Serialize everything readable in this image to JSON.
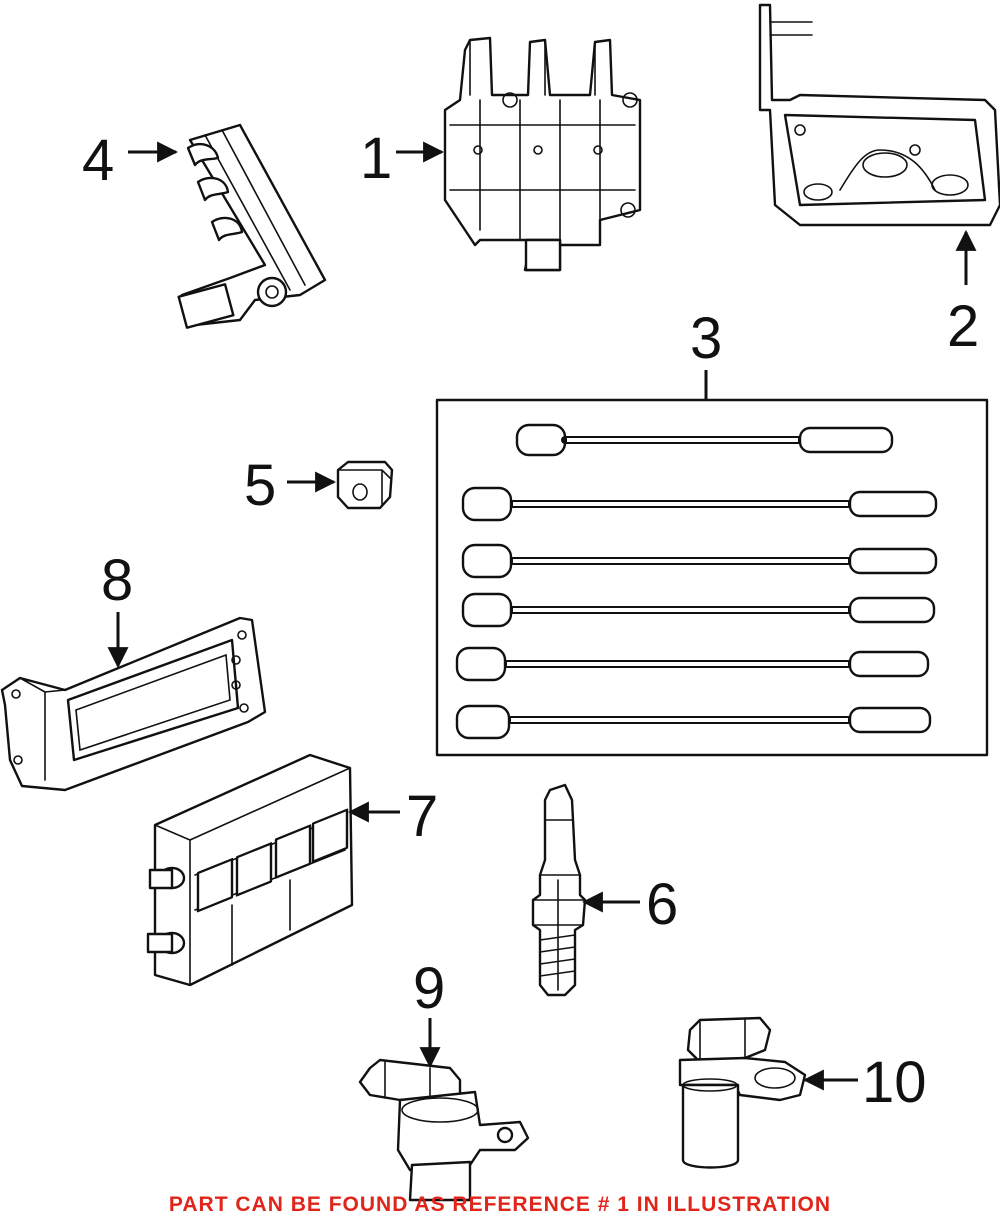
{
  "diagram": {
    "callouts": {
      "c1": "1",
      "c2": "2",
      "c3": "3",
      "c4": "4",
      "c5": "5",
      "c6": "6",
      "c7": "7",
      "c8": "8",
      "c9": "9",
      "c10": "10"
    },
    "notice": "PART CAN BE FOUND AS REFERENCE # 1 IN ILLUSTRATION",
    "colors": {
      "line": "#111111",
      "notice": "#e0251b",
      "background": "#ffffff"
    }
  }
}
